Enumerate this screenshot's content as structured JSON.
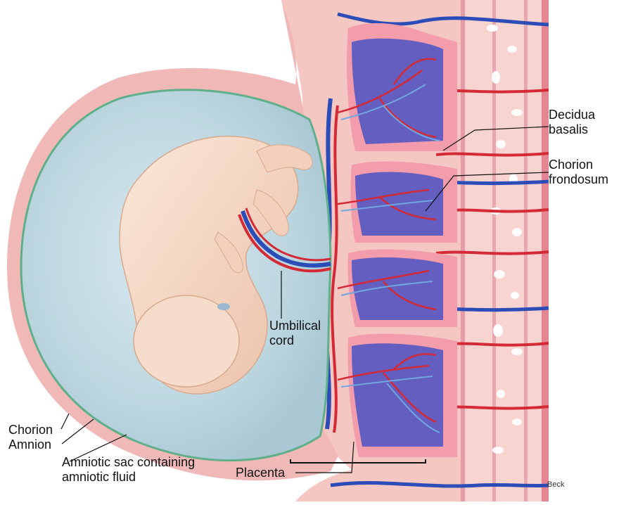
{
  "labels": {
    "decidua_basalis": [
      "Decidua",
      "basalis"
    ],
    "chorion_frondosum": [
      "Chorion",
      "frondosum"
    ],
    "umbilical_cord": [
      "Umbilical",
      "cord"
    ],
    "chorion": "Chorion",
    "amnion": "Amnion",
    "amniotic_sac": [
      "Amniotic sac containing",
      "amniotic fluid"
    ],
    "placenta": "Placenta"
  },
  "signature": "Beck",
  "colors": {
    "amniotic_fluid": "#bcd6df",
    "amnion_line": "#5fb08a",
    "chorion_wall": "#f1b8b8",
    "fetus_skin": "#f6d9c6",
    "vein_blue": "#2c4db8",
    "artery_red": "#d42a35",
    "decidua": "#f0a5b0",
    "myometrium": "#f6c8c4"
  },
  "icons": [
    "fetus-illustration",
    "placenta-villi-illustration",
    "uterine-wall-illustration"
  ]
}
